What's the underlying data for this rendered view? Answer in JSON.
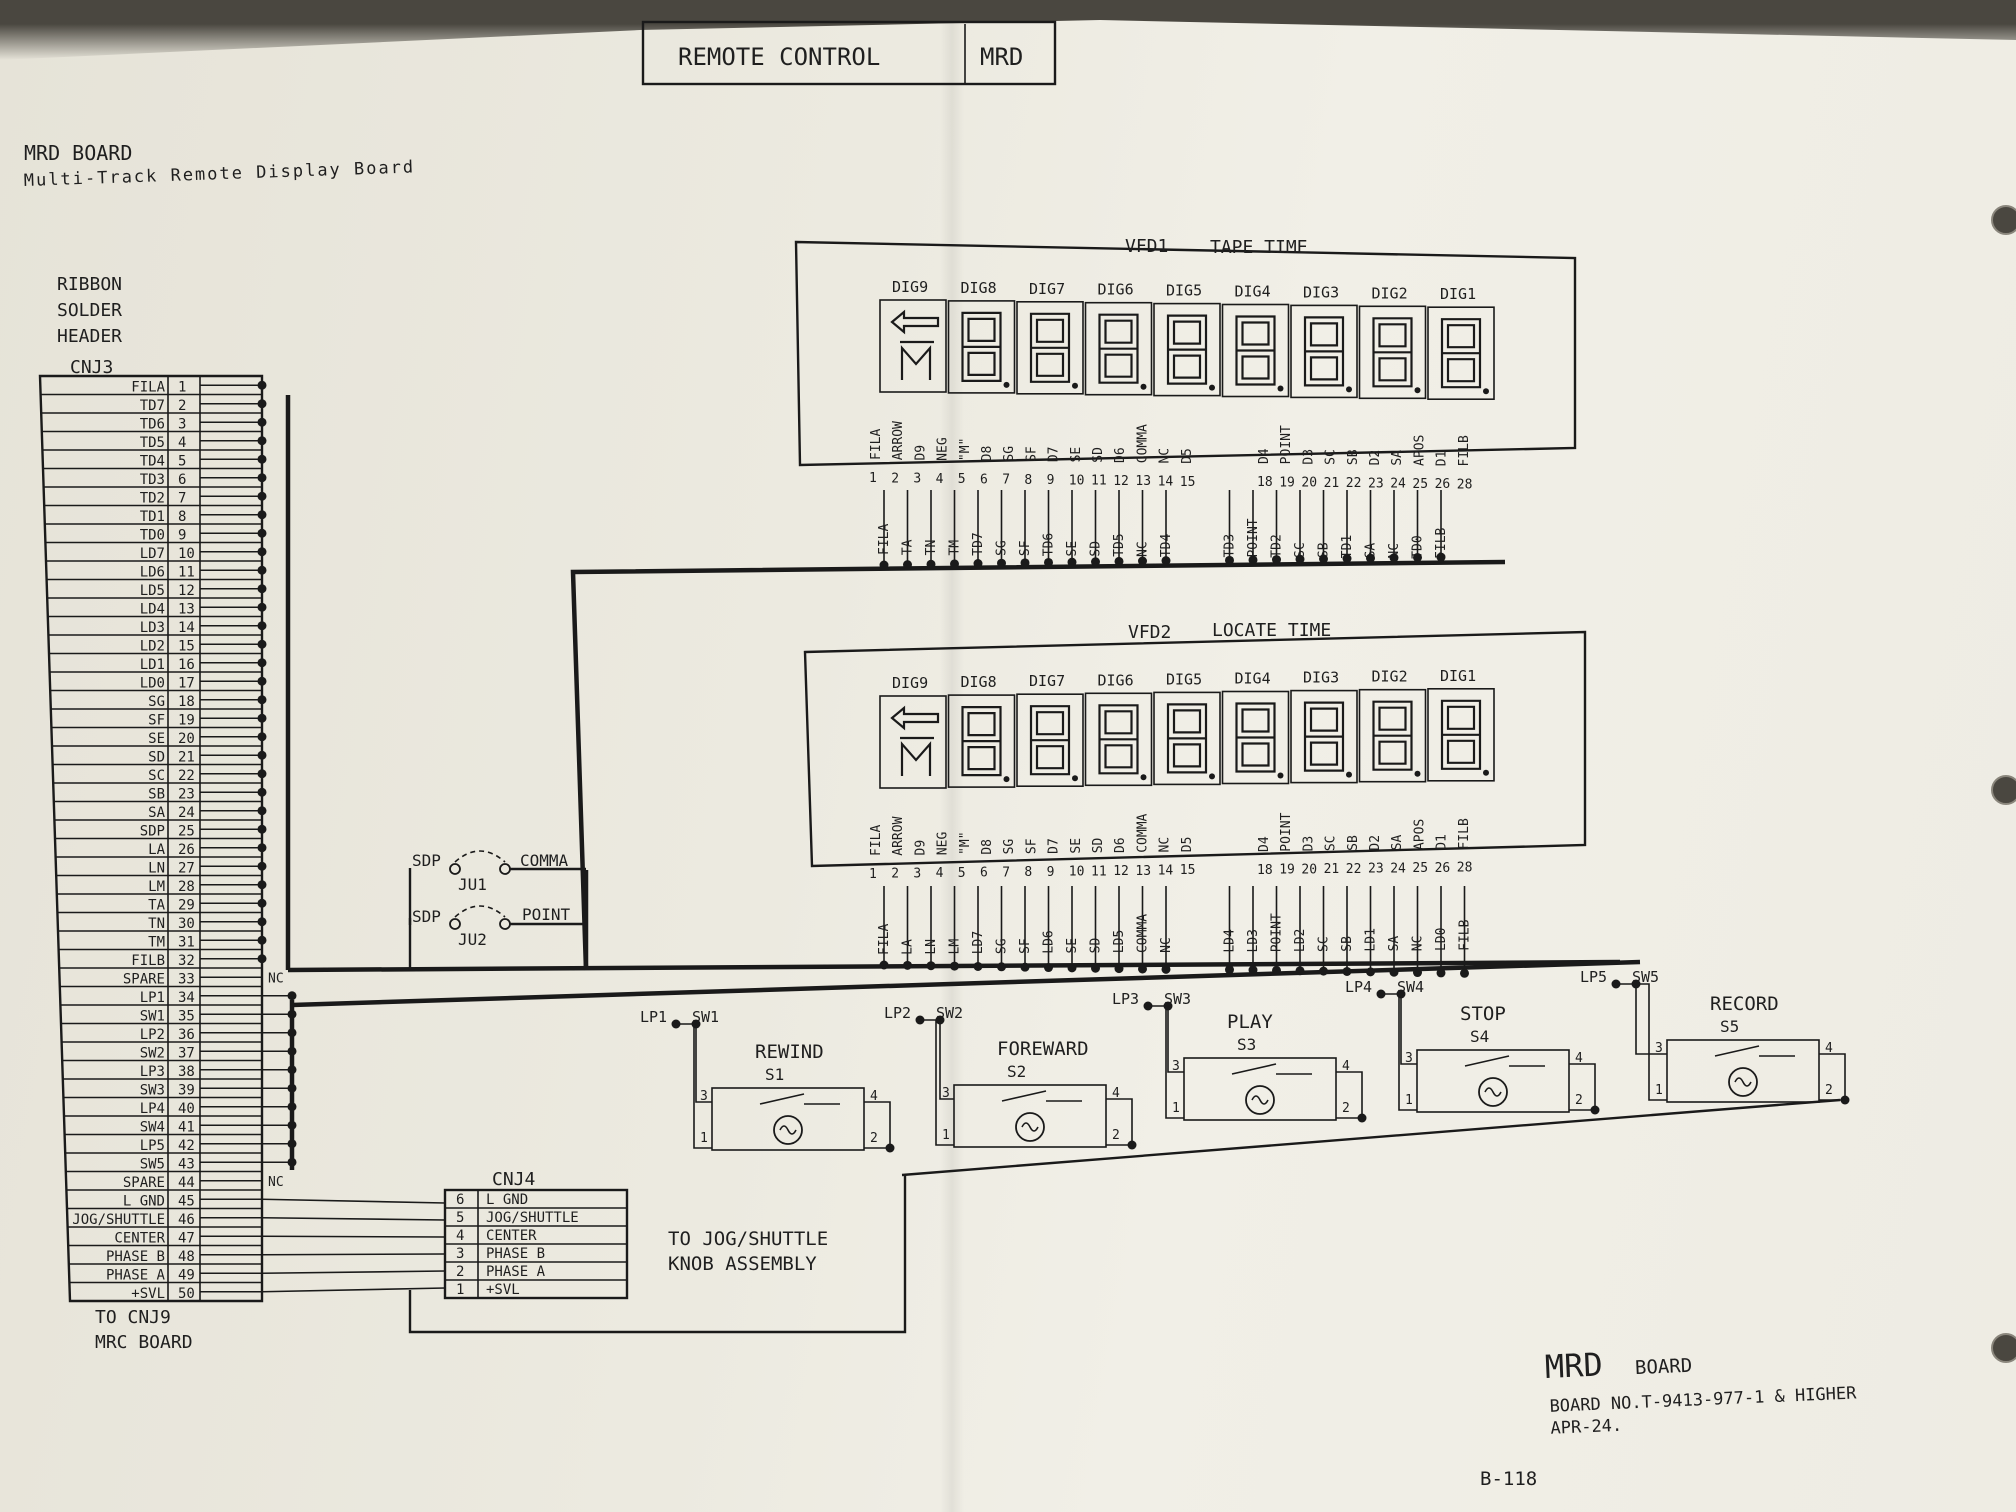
{
  "title_box": {
    "left": "REMOTE CONTROL",
    "right": "MRD"
  },
  "board_heading": {
    "line1": "MRD BOARD",
    "line2": "Multi-Track Remote Display Board"
  },
  "header_label": [
    "RIBBON",
    "SOLDER",
    "HEADER"
  ],
  "connector_cnj3": {
    "name": "CNJ3",
    "pins": [
      [
        "FILA",
        "1"
      ],
      [
        "TD7",
        "2"
      ],
      [
        "TD6",
        "3"
      ],
      [
        "TD5",
        "4"
      ],
      [
        "TD4",
        "5"
      ],
      [
        "TD3",
        "6"
      ],
      [
        "TD2",
        "7"
      ],
      [
        "TD1",
        "8"
      ],
      [
        "TD0",
        "9"
      ],
      [
        "LD7",
        "10"
      ],
      [
        "LD6",
        "11"
      ],
      [
        "LD5",
        "12"
      ],
      [
        "LD4",
        "13"
      ],
      [
        "LD3",
        "14"
      ],
      [
        "LD2",
        "15"
      ],
      [
        "LD1",
        "16"
      ],
      [
        "LD0",
        "17"
      ],
      [
        "SG",
        "18"
      ],
      [
        "SF",
        "19"
      ],
      [
        "SE",
        "20"
      ],
      [
        "SD",
        "21"
      ],
      [
        "SC",
        "22"
      ],
      [
        "SB",
        "23"
      ],
      [
        "SA",
        "24"
      ],
      [
        "SDP",
        "25"
      ],
      [
        "LA",
        "26"
      ],
      [
        "LN",
        "27"
      ],
      [
        "LM",
        "28"
      ],
      [
        "TA",
        "29"
      ],
      [
        "TN",
        "30"
      ],
      [
        "TM",
        "31"
      ],
      [
        "FILB",
        "32"
      ],
      [
        "SPARE",
        "33"
      ],
      [
        "LP1",
        "34"
      ],
      [
        "SW1",
        "35"
      ],
      [
        "LP2",
        "36"
      ],
      [
        "SW2",
        "37"
      ],
      [
        "LP3",
        "38"
      ],
      [
        "SW3",
        "39"
      ],
      [
        "LP4",
        "40"
      ],
      [
        "SW4",
        "41"
      ],
      [
        "LP5",
        "42"
      ],
      [
        "SW5",
        "43"
      ],
      [
        "SPARE",
        "44"
      ],
      [
        "L GND",
        "45"
      ],
      [
        "JOG/SHUTTLE",
        "46"
      ],
      [
        "CENTER",
        "47"
      ],
      [
        "PHASE B",
        "48"
      ],
      [
        "PHASE A",
        "49"
      ],
      [
        "+SVL",
        "50"
      ]
    ],
    "nc_label": "NC",
    "footer": [
      "TO CNJ9",
      "MRC BOARD"
    ]
  },
  "vfd1": {
    "title": "VFD1",
    "subtitle": "TAPE TIME",
    "digits": [
      "DIG9",
      "DIG8",
      "DIG7",
      "DIG6",
      "DIG5",
      "DIG4",
      "DIG3",
      "DIG2",
      "DIG1"
    ],
    "pin_names": [
      "FILA",
      "ARROW",
      "D9",
      "NEG",
      "\"M\"",
      "D8",
      "SG",
      "SF",
      "D7",
      "SE",
      "SD",
      "D6",
      "COMMA",
      "NC",
      "D5",
      "D4",
      "POINT",
      "D3",
      "SC",
      "SB",
      "D2",
      "SA",
      "APOS",
      "D1",
      "FILB"
    ],
    "pin_numbers": [
      "1",
      "2",
      "3",
      "4",
      "5",
      "6",
      "7",
      "8",
      "9",
      "10",
      "11",
      "12",
      "13",
      "14",
      "15",
      "18",
      "19",
      "20",
      "21",
      "22",
      "23",
      "24",
      "25",
      "26",
      "28"
    ],
    "signals": [
      "FILA",
      "TA",
      "TN",
      "TM",
      "TD7",
      "SG",
      "SF",
      "TD6",
      "SE",
      "SD",
      "TD5",
      "NC",
      "TD4",
      "TD3",
      "POINT",
      "TD2",
      "SC",
      "SB",
      "TD1",
      "SA",
      "NC",
      "TD0",
      "FILB"
    ]
  },
  "vfd2": {
    "title": "VFD2",
    "subtitle": "LOCATE TIME",
    "digits": [
      "DIG9",
      "DIG8",
      "DIG7",
      "DIG6",
      "DIG5",
      "DIG4",
      "DIG3",
      "DIG2",
      "DIG1"
    ],
    "pin_names": [
      "FILA",
      "ARROW",
      "D9",
      "NEG",
      "\"M\"",
      "D8",
      "SG",
      "SF",
      "D7",
      "SE",
      "SD",
      "D6",
      "COMMA",
      "NC",
      "D5",
      "D4",
      "POINT",
      "D3",
      "SC",
      "SB",
      "D2",
      "SA",
      "APOS",
      "D1",
      "FILB"
    ],
    "pin_numbers": [
      "1",
      "2",
      "3",
      "4",
      "5",
      "6",
      "7",
      "8",
      "9",
      "10",
      "11",
      "12",
      "13",
      "14",
      "15",
      "18",
      "19",
      "20",
      "21",
      "22",
      "23",
      "24",
      "25",
      "26",
      "28"
    ],
    "signals": [
      "FILA",
      "LA",
      "LN",
      "LM",
      "LD7",
      "SG",
      "SF",
      "LD6",
      "SE",
      "SD",
      "LD5",
      "COMMA",
      "NC",
      "LD4",
      "LD3",
      "POINT",
      "LD2",
      "SC",
      "SB",
      "LD1",
      "SA",
      "NC",
      "LD0",
      "FILB"
    ]
  },
  "jumpers": [
    {
      "name": "JU1",
      "left": "SDP",
      "right": "COMMA"
    },
    {
      "name": "JU2",
      "left": "SDP",
      "right": "POINT"
    }
  ],
  "switches": [
    {
      "name": "REWIND",
      "ref": "S1",
      "lp": "LP1",
      "sw": "SW1"
    },
    {
      "name": "FOREWARD",
      "ref": "S2",
      "lp": "LP2",
      "sw": "SW2"
    },
    {
      "name": "PLAY",
      "ref": "S3",
      "lp": "LP3",
      "sw": "SW3"
    },
    {
      "name": "STOP",
      "ref": "S4",
      "lp": "LP4",
      "sw": "SW4"
    },
    {
      "name": "RECORD",
      "ref": "S5",
      "lp": "LP5",
      "sw": "SW5"
    }
  ],
  "switch_pins": [
    "1",
    "2",
    "3",
    "4"
  ],
  "connector_cnj4": {
    "name": "CNJ4",
    "pins": [
      [
        "6",
        "L GND"
      ],
      [
        "5",
        "JOG/SHUTTLE"
      ],
      [
        "4",
        "CENTER"
      ],
      [
        "3",
        "PHASE B"
      ],
      [
        "2",
        "PHASE A"
      ],
      [
        "1",
        "+SVL"
      ]
    ]
  },
  "jog_note": [
    "TO JOG/SHUTTLE",
    "KNOB ASSEMBLY"
  ],
  "footer": {
    "mrd": "MRD",
    "board": "BOARD",
    "board_no": "BOARD NO.T-9413-977-1 & HIGHER",
    "date": "APR-24.",
    "page": "B-118"
  },
  "colors": {
    "paper": "#eceae0",
    "ink": "#1a1a1a",
    "background": "#6e6a62"
  }
}
